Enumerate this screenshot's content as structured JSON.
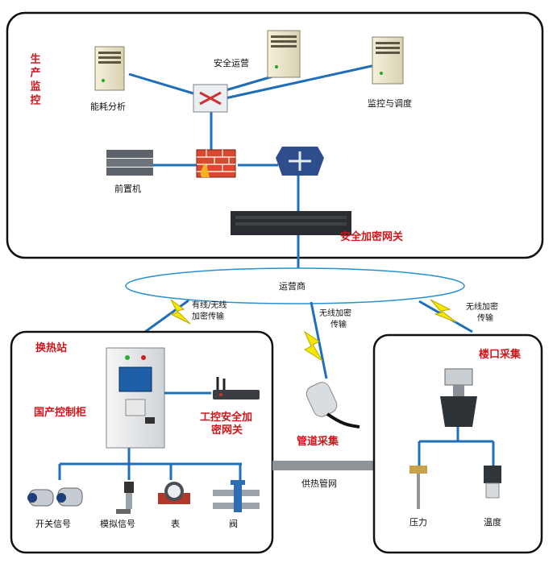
{
  "zone_top": {
    "title": "生产监控",
    "servers": {
      "energy": "能耗分析",
      "security": "安全运营",
      "monitor": "监控与调度"
    },
    "frontend": "前置机",
    "gateway": "安全加密网关"
  },
  "network": {
    "carrier": "运营商",
    "link_left": [
      "有线/无线",
      "加密传输"
    ],
    "link_mid": [
      "无线加密",
      "传输"
    ],
    "link_right": [
      "无线加密",
      "传输"
    ]
  },
  "zone_station": {
    "title": "换热站",
    "cabinet": "国产控制柜",
    "gateway_lines": [
      "工控安全加",
      "密网关"
    ],
    "devices": [
      "开关信号",
      "模拟信号",
      "表",
      "阀"
    ]
  },
  "pipe": {
    "sensor": "管道采集",
    "network": "供热管网"
  },
  "zone_building": {
    "title": "楼口采集",
    "devices": [
      "压力",
      "温度"
    ]
  },
  "colors": {
    "line": "#1f6fb8",
    "accent": "#d0151a",
    "lightning": "#f5e800",
    "box_border": "#111111"
  }
}
